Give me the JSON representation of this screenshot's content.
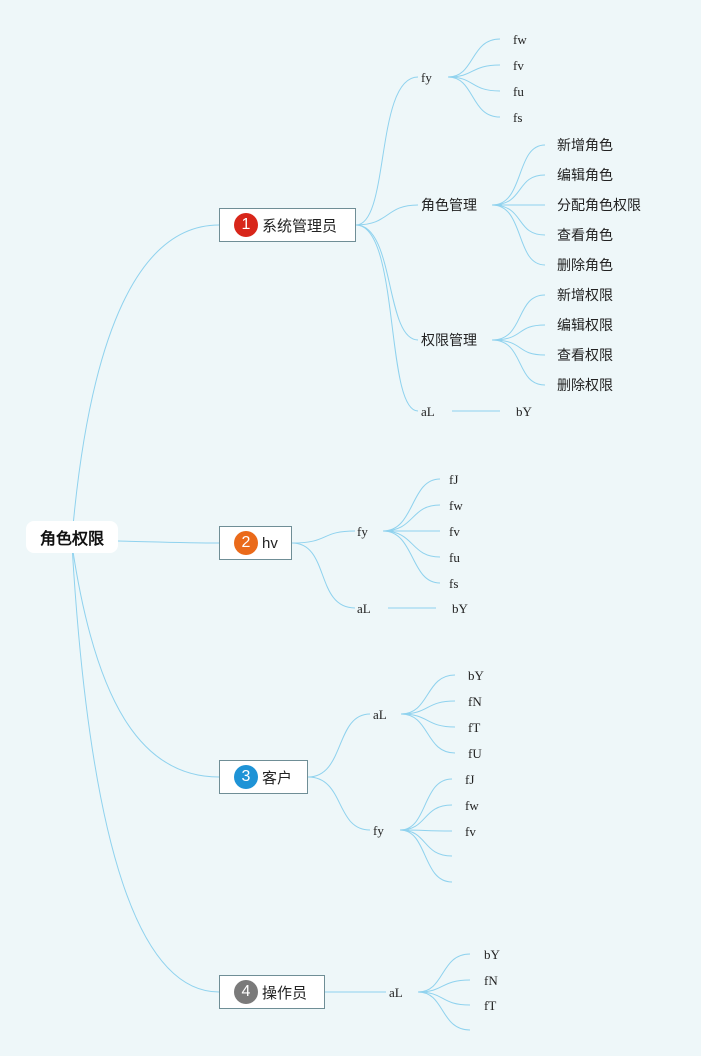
{
  "root": {
    "label": "角色权限"
  },
  "colors": {
    "line": "#8fd2ee",
    "badge1": "#d8261a",
    "badge2": "#ea6a1a",
    "badge3": "#1e93d6",
    "badge4": "#7a7a7a"
  },
  "branches": [
    {
      "number": "1",
      "label": "系统管理员",
      "children": [
        {
          "label": "fy",
          "children": [
            "fw",
            "fv",
            "fu",
            "fs"
          ]
        },
        {
          "label": "角色管理",
          "children": [
            "新增角色",
            "编辑角色",
            "分配角色权限",
            "查看角色",
            "删除角色"
          ]
        },
        {
          "label": "权限管理",
          "children": [
            "新增权限",
            "编辑权限",
            "查看权限",
            "删除权限"
          ]
        },
        {
          "label": "aL",
          "children": [
            "bY"
          ]
        }
      ]
    },
    {
      "number": "2",
      "label": "hv",
      "children": [
        {
          "label": "fy",
          "children": [
            "fJ",
            "fw",
            "fv",
            "fu",
            "fs"
          ]
        },
        {
          "label": "aL",
          "children": [
            "bY"
          ]
        }
      ]
    },
    {
      "number": "3",
      "label": "客户",
      "children": [
        {
          "label": "aL",
          "children": [
            "bY",
            "fN",
            "fT",
            "fU"
          ]
        },
        {
          "label": "fy",
          "children": [
            "fJ",
            "fw",
            "fv",
            "",
            ""
          ]
        }
      ]
    },
    {
      "number": "4",
      "label": "操作员",
      "children": [
        {
          "label": "aL",
          "children": [
            "bY",
            "fN",
            "fT",
            ""
          ]
        }
      ]
    }
  ]
}
